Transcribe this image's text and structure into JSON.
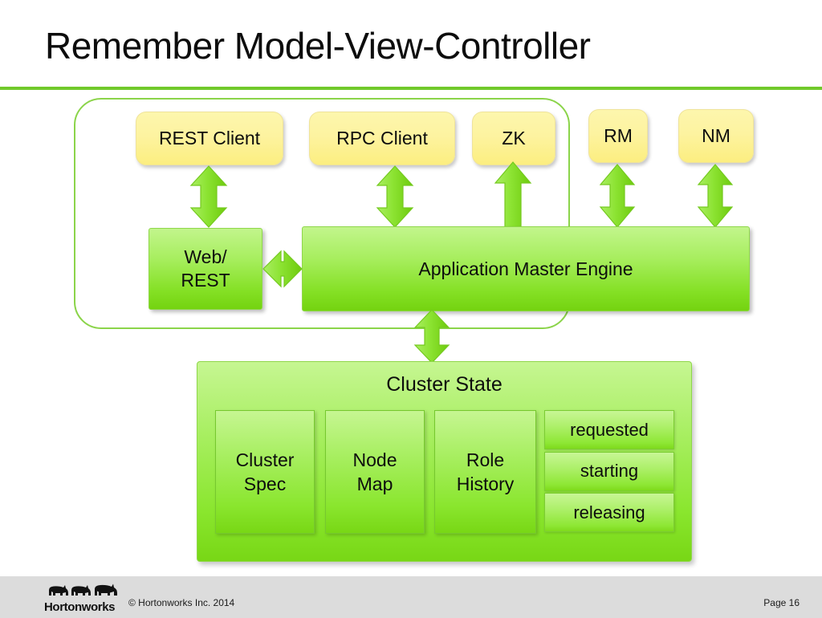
{
  "slide": {
    "title": "Remember Model-View-Controller",
    "accent_color": "#71c92b",
    "box_fill_yellow": "#fdf3a0",
    "box_fill_green": "#8ae62e",
    "outline_color": "#8bd44a"
  },
  "top_row": [
    {
      "id": "rest-client",
      "label": "REST Client"
    },
    {
      "id": "rpc-client",
      "label": "RPC Client"
    },
    {
      "id": "zk",
      "label": "ZK"
    },
    {
      "id": "rm",
      "label": "RM"
    },
    {
      "id": "nm",
      "label": "NM"
    }
  ],
  "middle_row": [
    {
      "id": "web-rest",
      "label": "Web/\nREST",
      "line1": "Web/",
      "line2": "REST"
    },
    {
      "id": "application-master-engine",
      "label": "Application Master Engine"
    }
  ],
  "connectors": [
    {
      "id": "rest-client-to-web-rest",
      "kind": "double-vertical"
    },
    {
      "id": "rpc-client-to-engine",
      "kind": "double-vertical"
    },
    {
      "id": "zk-to-engine",
      "kind": "single-up"
    },
    {
      "id": "rm-to-engine",
      "kind": "double-vertical"
    },
    {
      "id": "nm-to-engine",
      "kind": "double-vertical"
    },
    {
      "id": "web-rest-to-engine",
      "kind": "double-horizontal"
    },
    {
      "id": "engine-to-cluster-state",
      "kind": "double-vertical"
    }
  ],
  "cluster_state": {
    "title": "Cluster State",
    "cells": [
      {
        "id": "cluster-spec",
        "line1": "Cluster",
        "line2": "Spec"
      },
      {
        "id": "node-map",
        "line1": "Node",
        "line2": "Map"
      },
      {
        "id": "role-history",
        "line1": "Role",
        "line2": "History"
      }
    ],
    "states": [
      {
        "id": "requested",
        "label": "requested"
      },
      {
        "id": "starting",
        "label": "starting"
      },
      {
        "id": "releasing",
        "label": "releasing"
      }
    ]
  },
  "footer": {
    "logo_word": "Hortonworks",
    "copyright": "© Hortonworks Inc. 2014",
    "page": "Page 16"
  }
}
